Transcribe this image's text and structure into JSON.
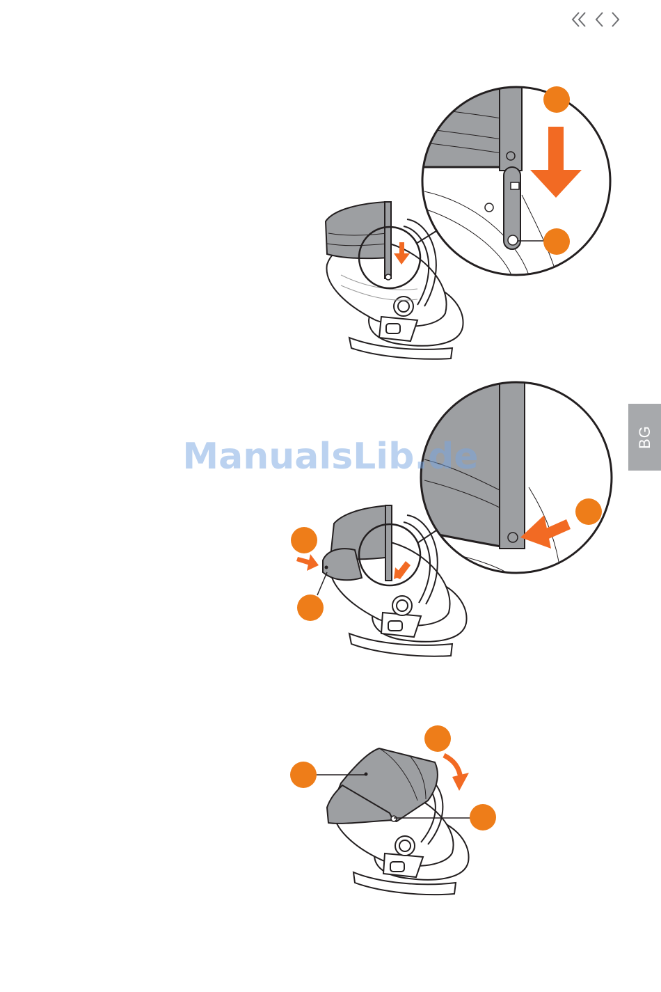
{
  "page": {
    "language_tab": "BG",
    "watermark": "ManualsLib.de"
  },
  "navigation": {
    "first_icon": "double-chevron-left-icon",
    "prev_icon": "chevron-left-icon",
    "next_icon": "chevron-right-icon"
  },
  "colors": {
    "accent": "#f26a23",
    "marker": "#ee7d19",
    "canopy": "#9d9fa2",
    "line": "#231f20",
    "tab": "#a7a9ac"
  },
  "figures": [
    {
      "name": "step-canopy-slide-down",
      "callouts": 2,
      "icons": [
        "down-arrow-icon",
        "magnifier-detail-icon"
      ]
    },
    {
      "name": "step-canopy-lock-pivot",
      "callouts": 3,
      "icons": [
        "press-arrow-icon",
        "magnifier-detail-icon"
      ]
    },
    {
      "name": "step-canopy-rotate",
      "callouts": 3,
      "icons": [
        "rotate-arrow-icon"
      ]
    }
  ]
}
